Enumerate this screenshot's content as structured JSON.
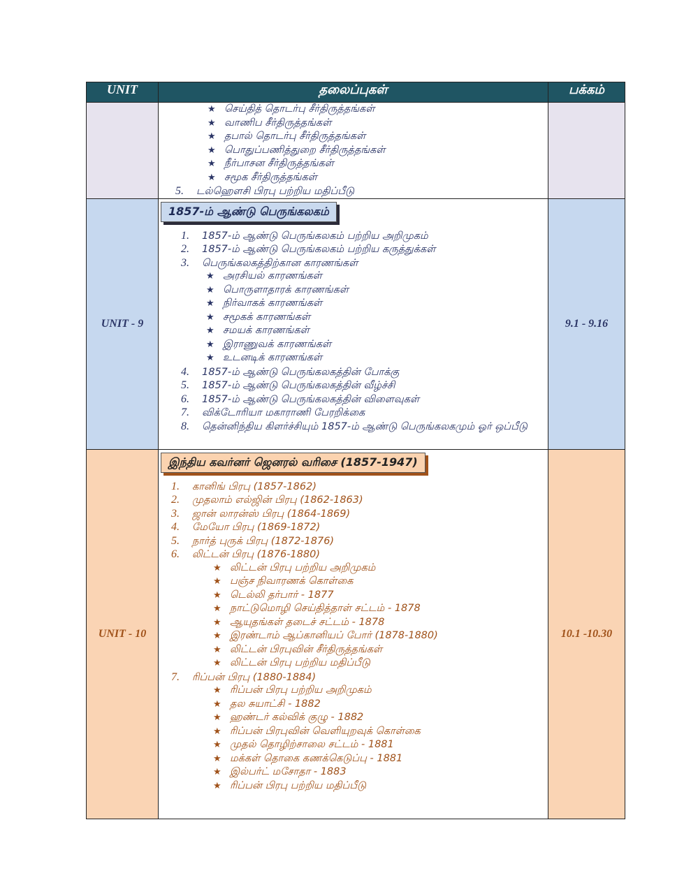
{
  "header": {
    "unit": "UNIT",
    "topics": "தலைப்புகள்",
    "page": "பக்கம்"
  },
  "rows": [
    {
      "unit": "",
      "pages": "",
      "items": [
        {
          "type": "star",
          "text": "செய்தித் தொடர்பு சீர்திருத்தங்கள்"
        },
        {
          "type": "star",
          "text": "வாணிப சீர்திருத்தங்கள்"
        },
        {
          "type": "star",
          "text": "தபால் தொடர்பு சீர்திருத்தங்கள்"
        },
        {
          "type": "star",
          "text": "பொதுப்பணித்துறை சீர்திருத்தங்கள்"
        },
        {
          "type": "star",
          "text": "நீர்பாசன சீர்திருத்தங்கள்"
        },
        {
          "type": "star",
          "text": "சமூக சீர்திருத்தங்கள்"
        },
        {
          "type": "num",
          "num": "5.",
          "text": "டல்ஹௌசி பிரபு பற்றிய மதிப்பீடு"
        }
      ]
    },
    {
      "unit": "UNIT - 9",
      "pages": "9.1 - 9.16",
      "title": "1857-ம் ஆண்டு பெருங்கலகம்",
      "items": [
        {
          "type": "num",
          "num": "1.",
          "text": "1857-ம் ஆண்டு பெருங்கலகம் பற்றிய அறிமுகம்"
        },
        {
          "type": "num",
          "num": "2.",
          "text": "1857-ம் ஆண்டு பெருங்கலகம் பற்றிய கருத்துக்கள்"
        },
        {
          "type": "num",
          "num": "3.",
          "text": "பெருங்கலகத்திற்கான காரணங்கள்"
        },
        {
          "type": "star",
          "text": "அரசியல் காரணங்கள்"
        },
        {
          "type": "star",
          "text": "பொருளாதாரக் காரணங்கள்"
        },
        {
          "type": "star",
          "text": "நிர்வாகக் காரணங்கள்"
        },
        {
          "type": "star",
          "text": "சமூகக் காரணங்கள்"
        },
        {
          "type": "star",
          "text": "சமயக் காரணங்கள்"
        },
        {
          "type": "star",
          "text": "இராணுவக் காரணங்கள்"
        },
        {
          "type": "star",
          "text": "உடனடிக் காரணங்கள்"
        },
        {
          "type": "num",
          "num": "4.",
          "text": "1857-ம் ஆண்டு பெருங்கலகத்தின் போக்கு"
        },
        {
          "type": "num",
          "num": "5.",
          "text": "1857-ம் ஆண்டு பெருங்கலகத்தின் வீழ்ச்சி"
        },
        {
          "type": "num",
          "num": "6.",
          "text": "1857-ம் ஆண்டு பெருங்கலகத்தின் விளைவுகள்"
        },
        {
          "type": "num",
          "num": "7.",
          "text": "விக்டோரியா மகாராணி பேரறிக்கை"
        },
        {
          "type": "num",
          "num": "8.",
          "text": "தென்னிந்திய கிளர்ச்சியும் 1857-ம் ஆண்டு பெருங்கலகமும் ஓர் ஒப்பீடு",
          "wrap": true
        }
      ]
    },
    {
      "unit": "UNIT - 10",
      "pages": "10.1 -10.30",
      "title": "இந்திய கவர்னர் ஜெனரல் வரிசை (1857-1947)",
      "items": [
        {
          "type": "num",
          "num": "1.",
          "text": "கானிங் பிரபு (1857-1862)"
        },
        {
          "type": "num",
          "num": "2.",
          "text": "முதலாம் எல்ஜின் பிரபு (1862-1863)"
        },
        {
          "type": "num",
          "num": "3.",
          "text": "ஜான் லாரன்ஸ் பிரபு (1864-1869)"
        },
        {
          "type": "num",
          "num": "4.",
          "text": "மேயோ பிரபு (1869-1872)"
        },
        {
          "type": "num",
          "num": "5.",
          "text": "நார்த் புருக் பிரபு (1872-1876)"
        },
        {
          "type": "num",
          "num": "6.",
          "text": "லிட்டன் பிரபு (1876-1880)"
        },
        {
          "type": "star",
          "text": "லிட்டன் பிரபு பற்றிய அறிமுகம்"
        },
        {
          "type": "star",
          "text": "பஞ்ச நிவாரணக் கொள்கை"
        },
        {
          "type": "star",
          "text": "டெல்லி தர்பார் - 1877"
        },
        {
          "type": "star",
          "text": "நாட்டுமொழி செய்தித்தாள் சட்டம் - 1878"
        },
        {
          "type": "star",
          "text": "ஆயுதங்கள் தடைச் சட்டம் - 1878"
        },
        {
          "type": "star",
          "text": "இரண்டாம் ஆப்கானியப் போர் (1878-1880)"
        },
        {
          "type": "star",
          "text": "லிட்டன் பிரபுவின் சீர்திருத்தங்கள்"
        },
        {
          "type": "star",
          "text": "லிட்டன் பிரபு பற்றிய மதிப்பீடு"
        },
        {
          "type": "num",
          "num": "7.",
          "text": "ரிப்பன் பிரபு (1880-1884)"
        },
        {
          "type": "star",
          "text": "ரிப்பன் பிரபு பற்றிய அறிமுகம்"
        },
        {
          "type": "star",
          "text": "தல சுயாட்சி - 1882"
        },
        {
          "type": "star",
          "text": "ஹண்டர் கல்விக் குழு - 1882"
        },
        {
          "type": "star",
          "text": "ரிப்பன் பிரபுவின் வெளியுறவுக் கொள்கை"
        },
        {
          "type": "star",
          "text": "முதல் தொழிற்சாலை சட்டம் - 1881"
        },
        {
          "type": "star",
          "text": "மக்கள் தொகை கணக்கெடுப்பு - 1881"
        },
        {
          "type": "star",
          "text": "இல்பர்ட் மசோதா - 1883"
        },
        {
          "type": "star",
          "text": "ரிப்பன் பிரபு பற்றிய மதிப்பீடு"
        }
      ]
    }
  ],
  "star_glyph": "★"
}
